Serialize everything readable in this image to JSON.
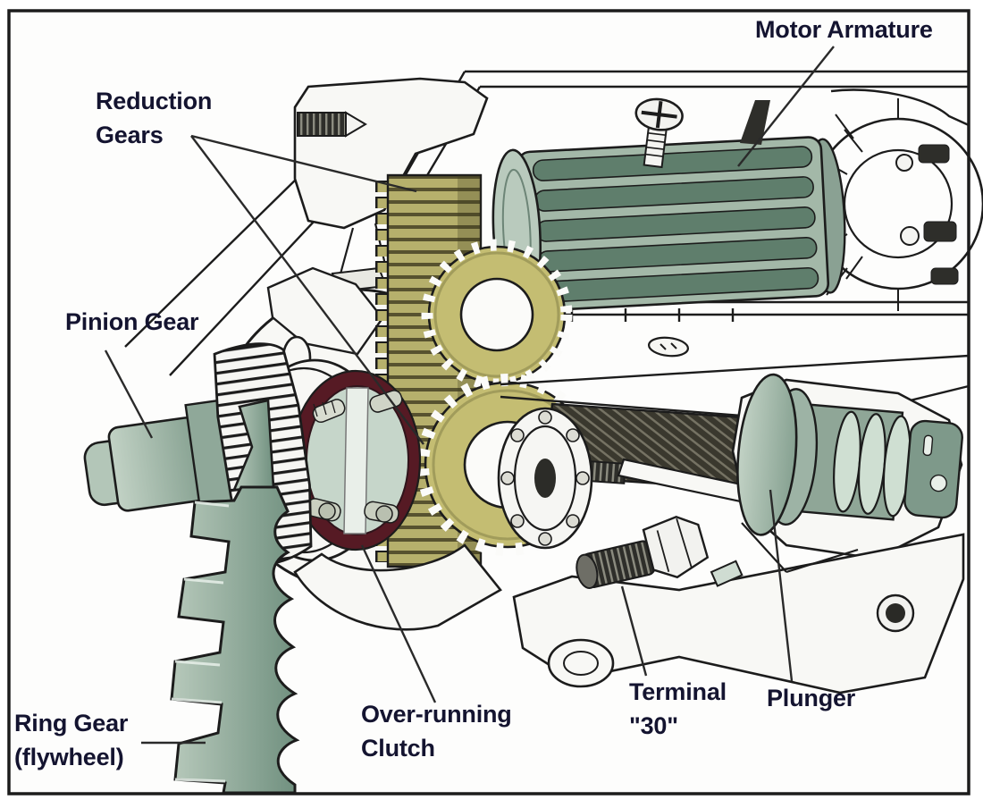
{
  "diagram": {
    "subject": "Starter motor cutaway",
    "labels": [
      {
        "key": "motor_armature",
        "text": "Motor Armature"
      },
      {
        "key": "reduction_gears",
        "text": "Reduction\nGears"
      },
      {
        "key": "pinion_gear",
        "text": "Pinion Gear"
      },
      {
        "key": "ring_gear_flywheel",
        "text": "Ring Gear\n(flywheel)"
      },
      {
        "key": "overrunning_clutch",
        "text": "Over-running\nClutch"
      },
      {
        "key": "terminal_30",
        "text": "Terminal\n\"30\""
      },
      {
        "key": "plunger",
        "text": "Plunger"
      }
    ],
    "colors": {
      "frame": "#1c1c1c",
      "line_art": "#1c1c1c",
      "label_text": "#141430",
      "armature_green_dark": "#5f7e6c",
      "armature_green_light": "#a3b8a8",
      "gear_olive": "#b6b06c",
      "gear_olive_dark": "#8f8a4e",
      "sage_light": "#b7c9bb",
      "sage_dark": "#7d9a8a",
      "clutch_maroon": "#561a24",
      "clutch_inner": "#c6d6ca",
      "background": "#ffffff"
    }
  }
}
